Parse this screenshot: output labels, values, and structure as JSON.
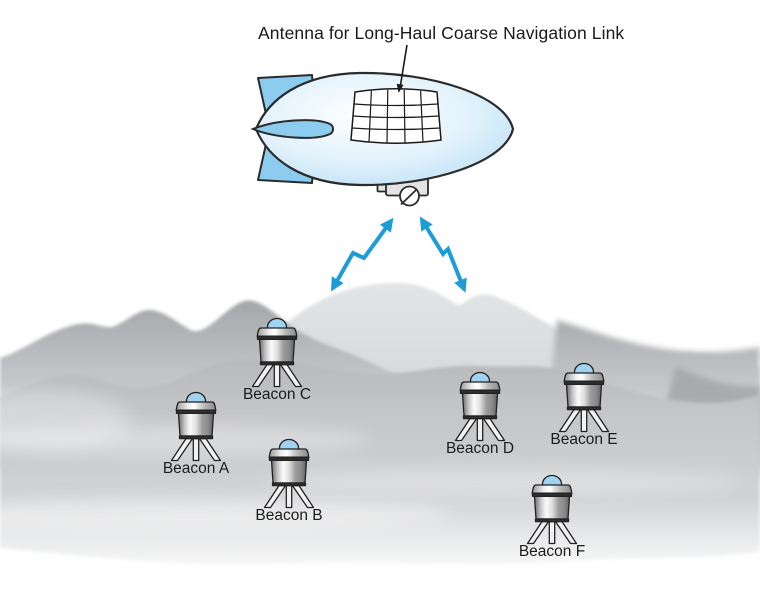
{
  "title": "Antenna for Long-Haul Coarse Navigation Link",
  "airship": {
    "antenna_grid": {
      "columns": 5,
      "rows": 4
    },
    "tail_fins": 2,
    "gondola_propellers": 1
  },
  "signals": {
    "count": 2,
    "style": "zigzag-double-headed-arrow",
    "color": "#1E9CD7"
  },
  "beacons": [
    {
      "id": "A",
      "label": "Beacon A"
    },
    {
      "id": "B",
      "label": "Beacon B"
    },
    {
      "id": "C",
      "label": "Beacon C"
    },
    {
      "id": "D",
      "label": "Beacon D"
    },
    {
      "id": "E",
      "label": "Beacon E"
    },
    {
      "id": "F",
      "label": "Beacon F"
    }
  ],
  "colors": {
    "airship_fin": "#8CCCEF",
    "airship_body_edge": "#BFE2F6",
    "beacon_dome": "#9FD3F0",
    "signal_arrow": "#1E9CD7",
    "terrain_back": "#DFE0E2",
    "terrain_left_ridge": "#A4A6A9",
    "terrain_foreground": "#C6C7C9",
    "outline": "#2B2B2B",
    "text": "#1C1C1C"
  }
}
